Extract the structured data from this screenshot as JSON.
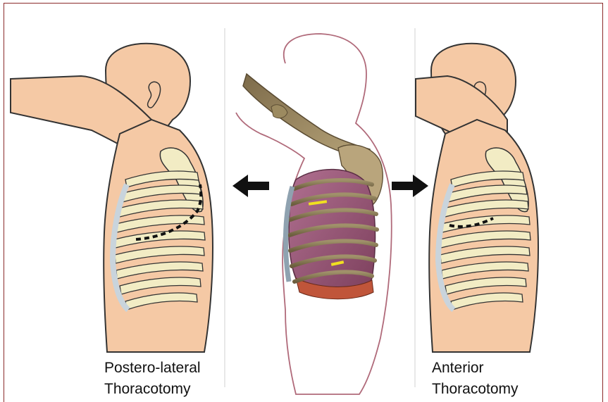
{
  "captions": {
    "left": {
      "line1": "Postero-lateral",
      "line2": "Thoracotomy"
    },
    "right": {
      "line1": "Anterior",
      "line2": "Thoracotomy"
    }
  },
  "colors": {
    "frame": "#8a2a2a",
    "skin": "#f5c9a5",
    "rib": "#f2ecc4",
    "outline": "#333333",
    "lung": "#9c5a78",
    "rib_3d": "#8a7a55",
    "arrow": "#111111"
  },
  "icons": {
    "left_arrow": "arrow-left-icon",
    "right_arrow": "arrow-right-icon"
  }
}
